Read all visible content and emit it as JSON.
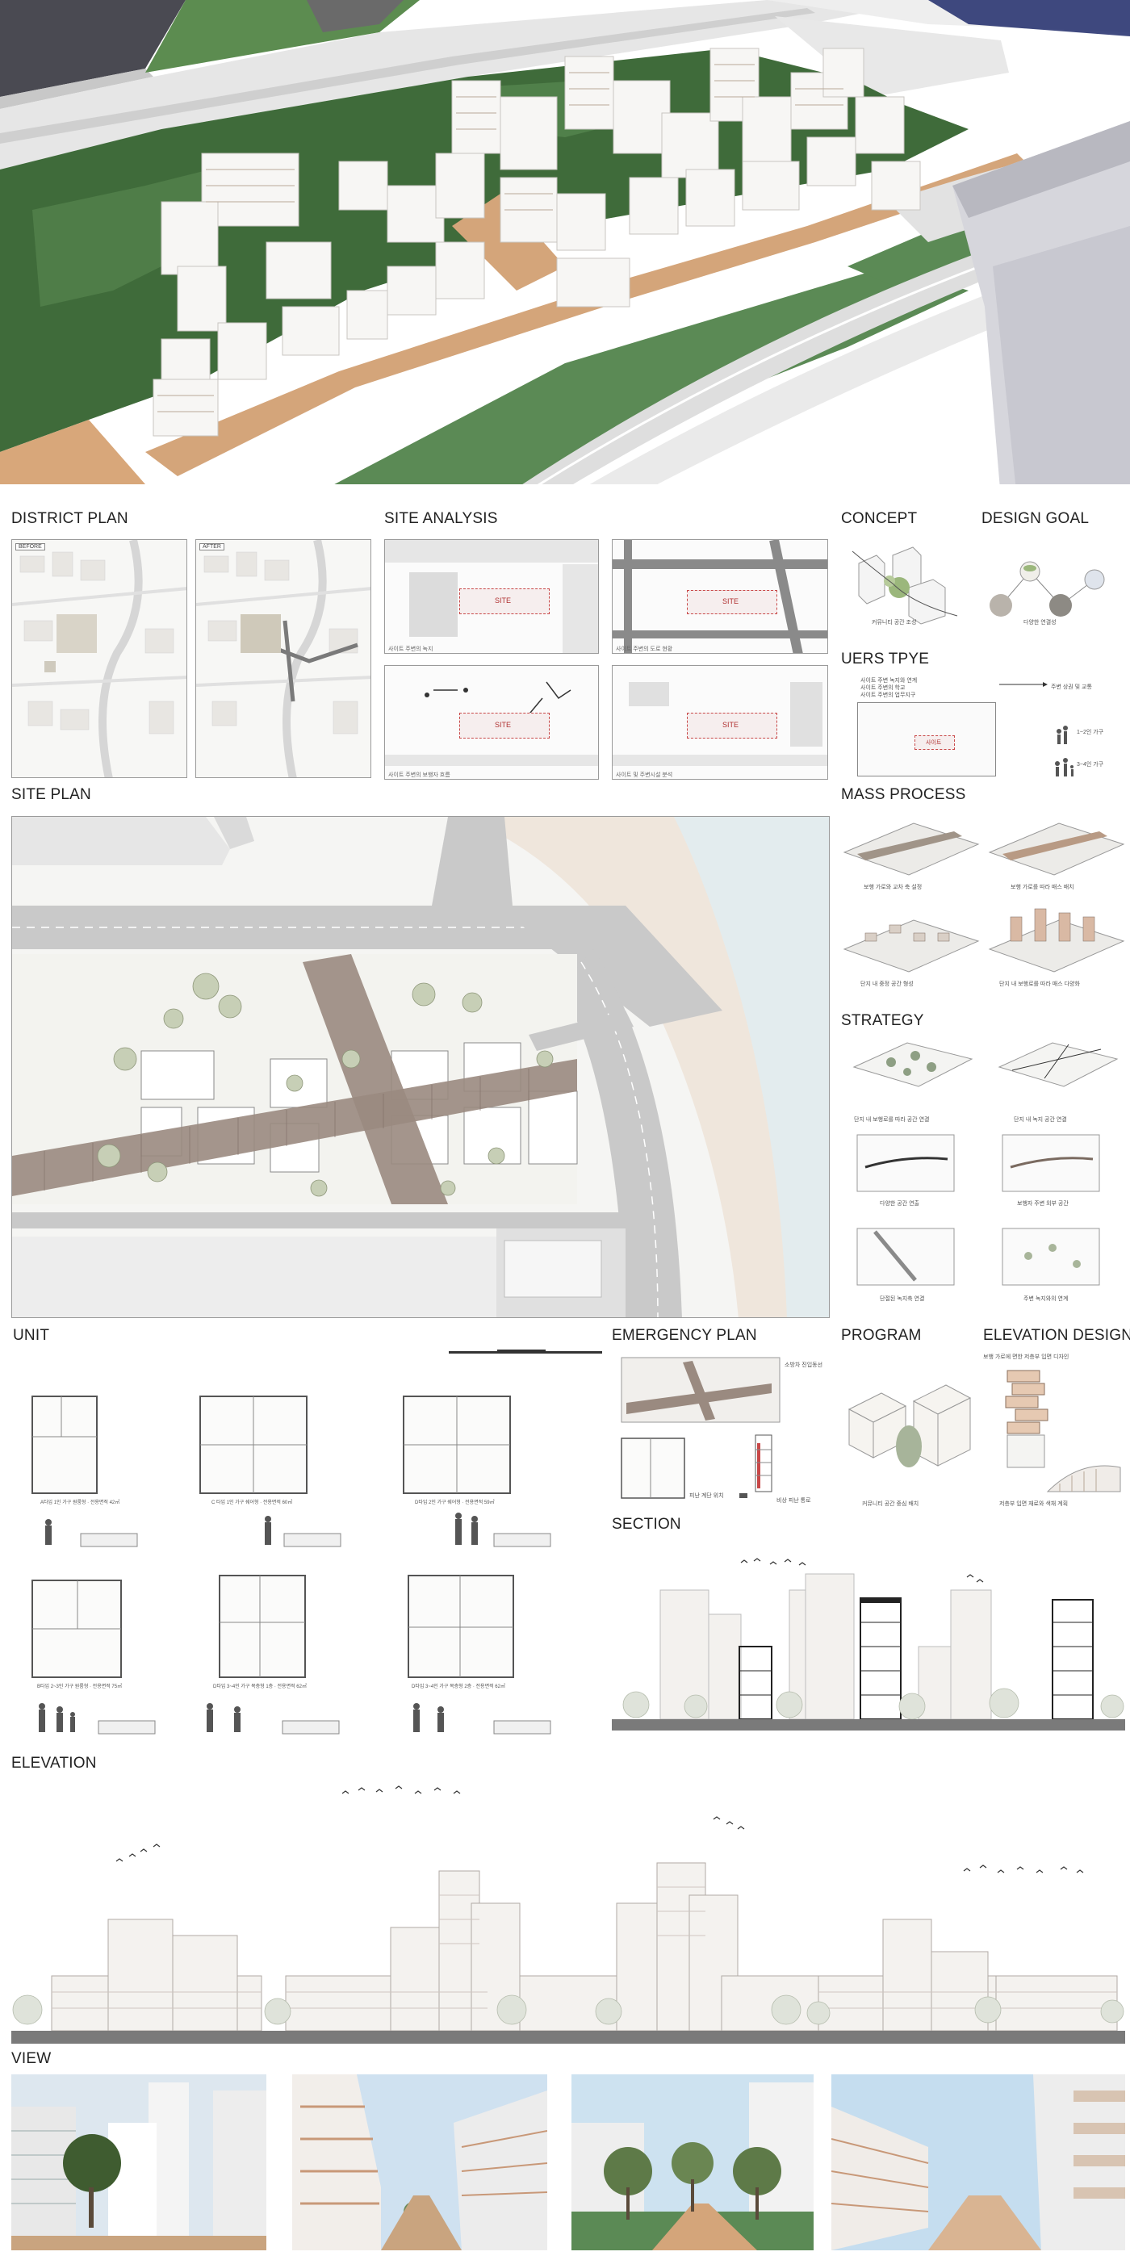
{
  "sections": {
    "district_plan": "DISTRICT PLAN",
    "site_analysis": "SITE ANALYSIS",
    "concept": "CONCEPT",
    "design_goal": "DESIGN GOAL",
    "user_type": "UERS TPYE",
    "site_plan": "SITE PLAN",
    "mass_process": "MASS PROCESS",
    "strategy": "STRATEGY",
    "unit": "UNIT",
    "emergency_plan": "EMERGENCY PLAN",
    "program": "PROGRAM",
    "elevation_design": "ELEVATION DESIGN",
    "section": "SECTION",
    "elevation": "ELEVATION",
    "view": "VIEW"
  },
  "district_plan": {
    "before_tag": "BEFORE",
    "after_tag": "AFTER"
  },
  "site_analysis": {
    "site_label": "SITE",
    "captions": [
      "사이트 주변의 녹지",
      "사이트 주변의 도로 현황",
      "사이트 주변의 보행자 흐름",
      "사이트 및 주변시설 분석"
    ]
  },
  "concept": {
    "caption": "커뮤니티 공간 조성"
  },
  "design_goal": {
    "caption": "다양한 연결성"
  },
  "user_type": {
    "notes": [
      "사이트 주변 녹지와 연계",
      "사이트 주변의 학교",
      "사이트 주변의 업무지구"
    ],
    "site_tag": "사이트",
    "right_note": "주변 상권 및 교통",
    "person_notes": [
      "1~2인 가구",
      "3~4인 가구"
    ]
  },
  "mass_process": {
    "captions": [
      "보행 가로와 교차 축 설정",
      "보행 가로를 따라 매스 배치",
      "단지 내 중정 공간 형성",
      "단지 내 보행로를 따라 매스 다양화"
    ]
  },
  "strategy": {
    "captions": [
      "단지 내 보행로를 따라 공간 연결",
      "단지 내 녹지 공간 연결",
      "다양한 공간 연출",
      "보행자 주변 외부 공간",
      "단절된 녹지축 연결",
      "주변 녹지와의 연계"
    ]
  },
  "unit": {
    "captions": [
      "A타입 1인 가구 원룸형 · 전용면적 42㎡",
      "C 타입 1인 가구 쉐어형 · 전용면적 60㎡",
      "D타입 2인 가구 쉐어형 · 전용면적 59㎡",
      "B타입 2~3인 가구 원룸형 · 전용면적 75㎡",
      "D타입 3~4인 가구 복층형 1층 · 전용면적 62㎡",
      "D타입 3~4인 가구 복층형 2층 · 전용면적 62㎡"
    ]
  },
  "emergency_plan": {
    "notes": [
      "소방차 진입동선",
      "피난 계단 위치",
      "비상 피난 통로"
    ]
  },
  "program": {
    "caption": "커뮤니티 공간 중심 배치"
  },
  "elevation_design": {
    "top_note": "보행 가로에 면한 저층부 입면 디자인",
    "caption": "저층부 입면 재료와 색채 계획"
  },
  "colors": {
    "tree_dark": "#3f6b3a",
    "lawn": "#5b8a55",
    "deck": "#d4a57a",
    "road": "#bdbdbd",
    "building": "#f7f6f4",
    "site_red": "#c84848",
    "water": "#e3ecee",
    "sand": "#efe6dc",
    "ground_bar": "#7a7a7a"
  }
}
